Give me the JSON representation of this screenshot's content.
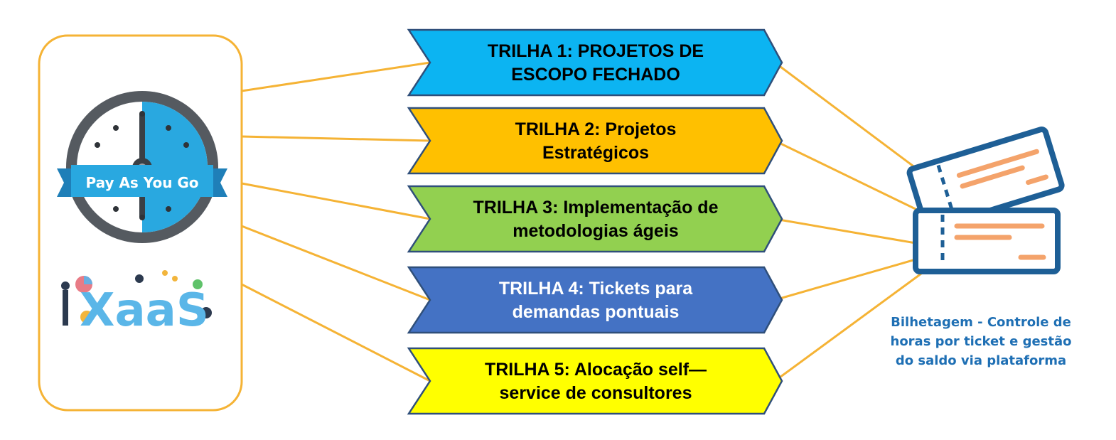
{
  "left_panel": {
    "clock_badge_text": "Pay As You Go",
    "xaas_text": "XaaS"
  },
  "tracks": [
    {
      "lines": [
        "TRILHA 1: PROJETOS DE",
        "ESCOPO FECHADO"
      ],
      "fill": "#0cb4f2",
      "text_color": "#000000"
    },
    {
      "lines": [
        "TRILHA 2: Projetos",
        "Estratégicos"
      ],
      "fill": "#ffc000",
      "text_color": "#000000"
    },
    {
      "lines": [
        "TRILHA 3: Implementação de",
        "metodologias ágeis"
      ],
      "fill": "#92d050",
      "text_color": "#000000"
    },
    {
      "lines": [
        "TRILHA 4: Tickets para",
        "demandas pontuais"
      ],
      "fill": "#4472c4",
      "text_color": "#ffffff"
    },
    {
      "lines": [
        "TRILHA 5: Alocação self—",
        "service de consultores"
      ],
      "fill": "#ffff00",
      "text_color": "#000000"
    }
  ],
  "tickets": {
    "caption_lines": [
      "Bilhetagem - Controle de",
      "horas  por ticket e gestão",
      "do saldo via plataforma"
    ]
  },
  "colors": {
    "connector": "#f5b335",
    "arrow_border": "#2f4f7a",
    "ticket_outline": "#1e5f96",
    "ticket_accent": "#f4a36b",
    "clock_blue": "#29a8e0",
    "clock_rim": "#555a60"
  }
}
